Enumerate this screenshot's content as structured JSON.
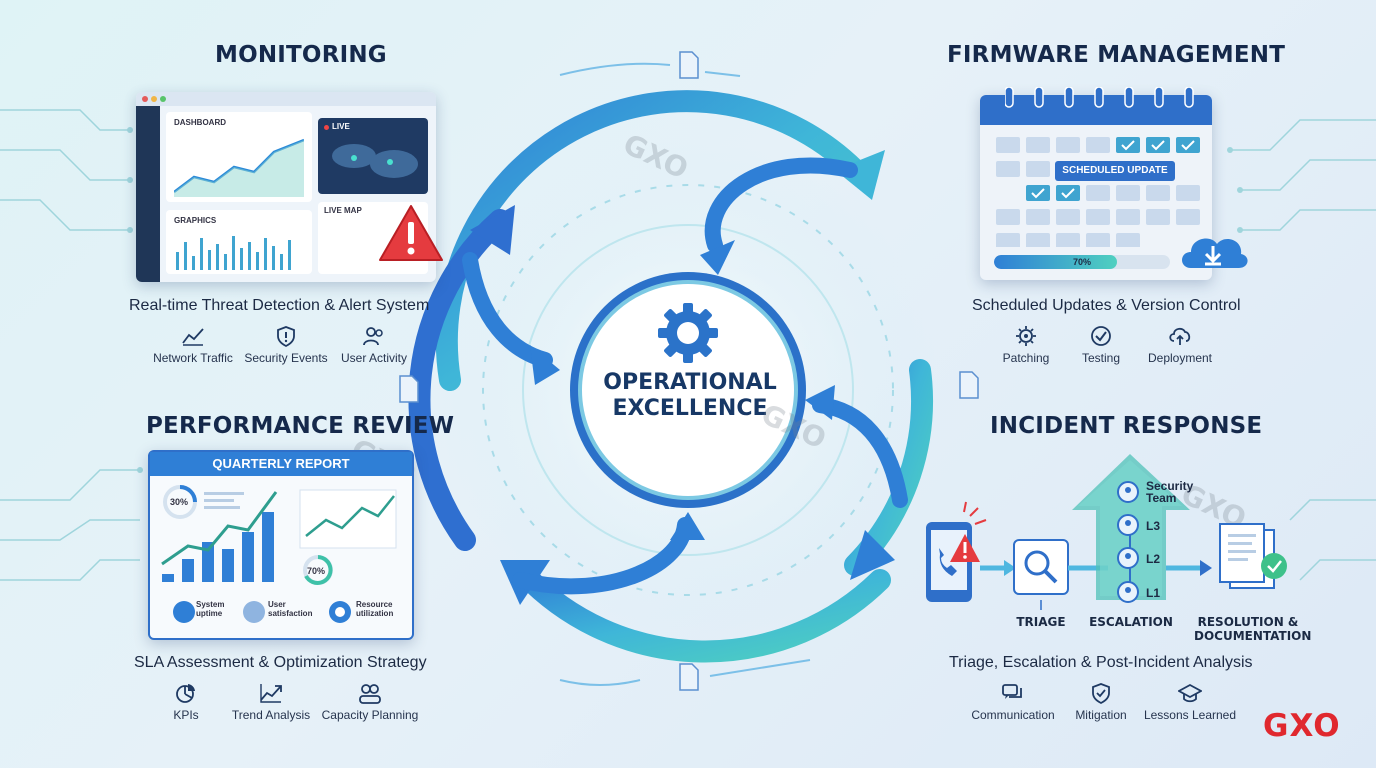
{
  "center": {
    "title": "OPERATIONAL EXCELLENCE"
  },
  "monitoring": {
    "title": "MONITORING",
    "subtitle": "Real-time Threat Detection & Alert System",
    "panel": {
      "dashboard": "DASHBOARD",
      "live": "LIVE",
      "graphics": "GRAPHICS",
      "live_map": "LIVE MAP"
    },
    "chips": [
      {
        "label": "Network Traffic",
        "icon": "chart-icon"
      },
      {
        "label": "Security Events",
        "icon": "shield-alert-icon"
      },
      {
        "label": "User Activity",
        "icon": "users-icon"
      }
    ]
  },
  "firmware": {
    "title": "FIRMWARE MANAGEMENT",
    "subtitle": "Scheduled Updates & Version Control",
    "panel": {
      "scheduled_update": "SCHEDULED UPDATE",
      "progress_label": "70%"
    },
    "progress": 0.7,
    "chips": [
      {
        "label": "Patching",
        "icon": "gear-icon"
      },
      {
        "label": "Testing",
        "icon": "check-circle-icon"
      },
      {
        "label": "Deployment",
        "icon": "cloud-upload-icon"
      }
    ]
  },
  "performance": {
    "title": "PERFORMANCE REVIEW",
    "subtitle": "SLA Assessment & Optimization Strategy",
    "report": {
      "title": "QUARTERLY REPORT",
      "gauge1": "30%",
      "gauge2": "70%",
      "legend": [
        "System uptime",
        "User satisfaction",
        "Resource utilization"
      ]
    },
    "chips": [
      {
        "label": "KPIs",
        "icon": "pie-icon"
      },
      {
        "label": "Trend Analysis",
        "icon": "trend-icon"
      },
      {
        "label": "Capacity Planning",
        "icon": "people-icon"
      }
    ]
  },
  "incident": {
    "title": "INCIDENT RESPONSE",
    "subtitle": "Triage, Escalation & Post-Incident Analysis",
    "steps": {
      "triage": "TRIAGE",
      "escalation": "ESCALATION",
      "resolution": "RESOLUTION & DOCUMENTATION"
    },
    "levels": [
      "Security Team",
      "L3",
      "L2",
      "L1"
    ],
    "chips": [
      {
        "label": "Communication",
        "icon": "chat-icon"
      },
      {
        "label": "Mitigation",
        "icon": "shield-check-icon"
      },
      {
        "label": "Lessons Learned",
        "icon": "grad-cap-icon"
      }
    ]
  },
  "brand": {
    "logo": "GXO",
    "watermark": "GXO",
    "color": "#e0282e"
  },
  "colors": {
    "accent": "#2f8ed8",
    "teal": "#41c1b7",
    "navy": "#15294b"
  }
}
